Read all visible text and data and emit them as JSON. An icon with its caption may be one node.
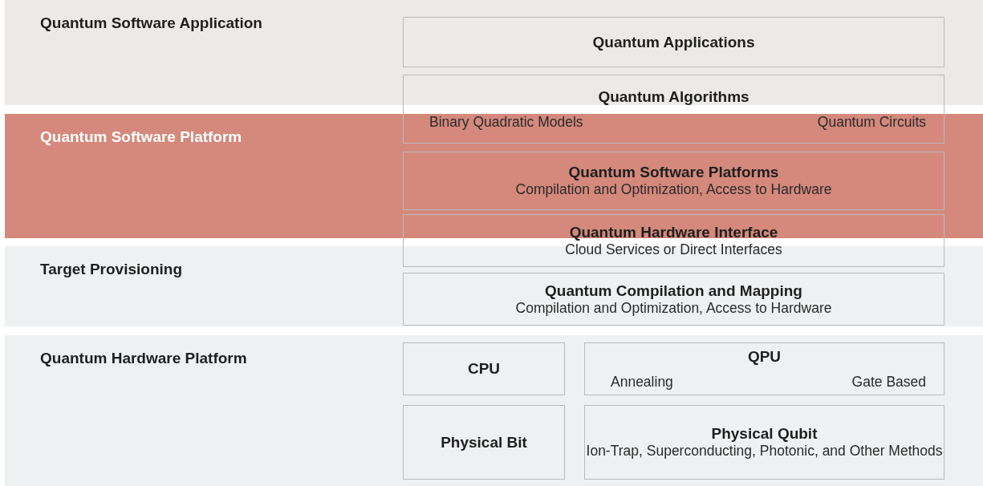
{
  "diagram": {
    "nodes": [
      {
        "text": [
          "Quantum Software Application"
        ]
      },
      {
        "text": [
          "Quantum Applications"
        ],
        "in": 0
      },
      {
        "text": [
          "Quantum Algorithms",
          "Binary Quadratic Models",
          "Quantum Circuits"
        ]
      },
      {
        "text": [
          "Quantum Software Platform"
        ]
      },
      {
        "text": [
          "Quantum Software Platforms",
          "Compilation and Optimization, Access to Hardware"
        ],
        "in": 3
      },
      {
        "text": [
          "Quantum Hardware Interface",
          "Cloud Services or Direct Interfaces"
        ]
      },
      {
        "text": [
          "Target Provisioning"
        ]
      },
      {
        "text": [
          "Quantum Compilation and Mapping",
          "Compilation and Optimization, Access to Hardware"
        ],
        "in": 6
      },
      {
        "text": [
          "Quantum Hardware Platform"
        ]
      },
      {
        "text": [
          "CPU"
        ],
        "in": 8
      },
      {
        "text": [
          "QPU",
          "Annealing",
          "Gate Based"
        ],
        "in": 8
      },
      {
        "text": [
          "Physical Bit"
        ],
        "in": 8
      },
      {
        "text": [
          "Physical Qubit",
          "Ion-Trap, Superconducting, Photonic, and Other Methods"
        ],
        "in": 8
      }
    ]
  }
}
